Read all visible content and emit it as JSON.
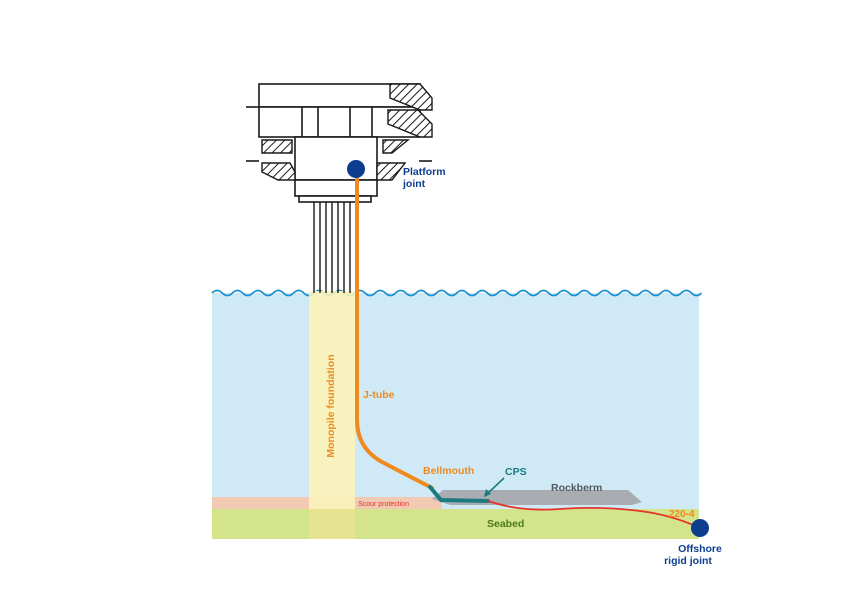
{
  "labels": {
    "platform_joint_line1": "Platform",
    "platform_joint_line2": "joint",
    "j_tube": "J-tube",
    "monopile_foundation": "Monopile foundation",
    "bellmouth": "Bellmouth",
    "cps": "CPS",
    "rockberm": "Rockberm",
    "scour_protection": "Scour protection",
    "seabed": "Seabed",
    "cable_id": "220-4",
    "offshore_joint_line1": "Offshore",
    "offshore_joint_line2": "rigid joint"
  },
  "colors": {
    "water": "#cfeaf6",
    "wave": "#1a8fd0",
    "seabed": "#d4e48a",
    "scour": "#f2c9b2",
    "monopile": "#fbf3b8",
    "j_tube": "#f08a1e",
    "cable": "#e4342b",
    "cps": "#1a7a80",
    "rockberm": "#a9adb1",
    "joint": "#0d3d8f",
    "structure": "#1a1a1a"
  }
}
